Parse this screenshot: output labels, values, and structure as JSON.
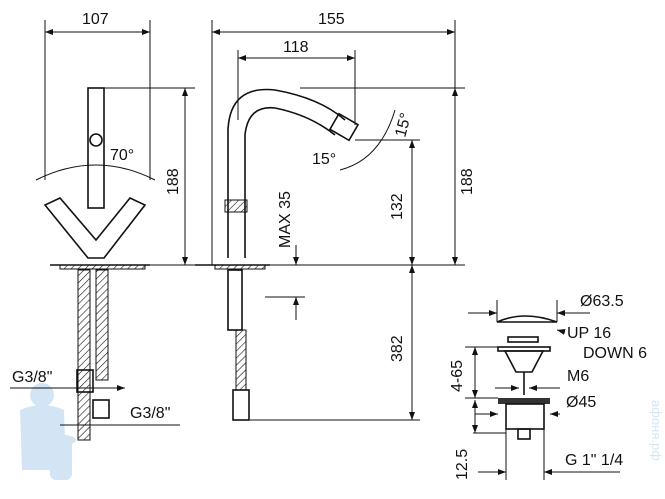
{
  "drawing": {
    "front_view": {
      "width": "107",
      "height": "188",
      "angle": "70°"
    },
    "side_view": {
      "reach": "155",
      "spout": "118",
      "angle_top": "15°",
      "angle_bottom": "15°",
      "height_total": "188",
      "height_spout": "132",
      "max_deck": "MAX 35",
      "below_deck": "382"
    },
    "hoses": {
      "left_thread": "G3/8\"",
      "right_thread": "G3/8\""
    },
    "drain": {
      "diameter_top": "Ø63.5",
      "up": "UP 16",
      "down": "DOWN 6",
      "rod": "M6",
      "diameter_flange": "Ø45",
      "range": "4-65",
      "thread": "G 1\" 1/4",
      "offset": "12.5"
    }
  },
  "watermark": "афоня.рф",
  "colors": {
    "line": "#111111",
    "mascot": "#cfe3f3"
  }
}
